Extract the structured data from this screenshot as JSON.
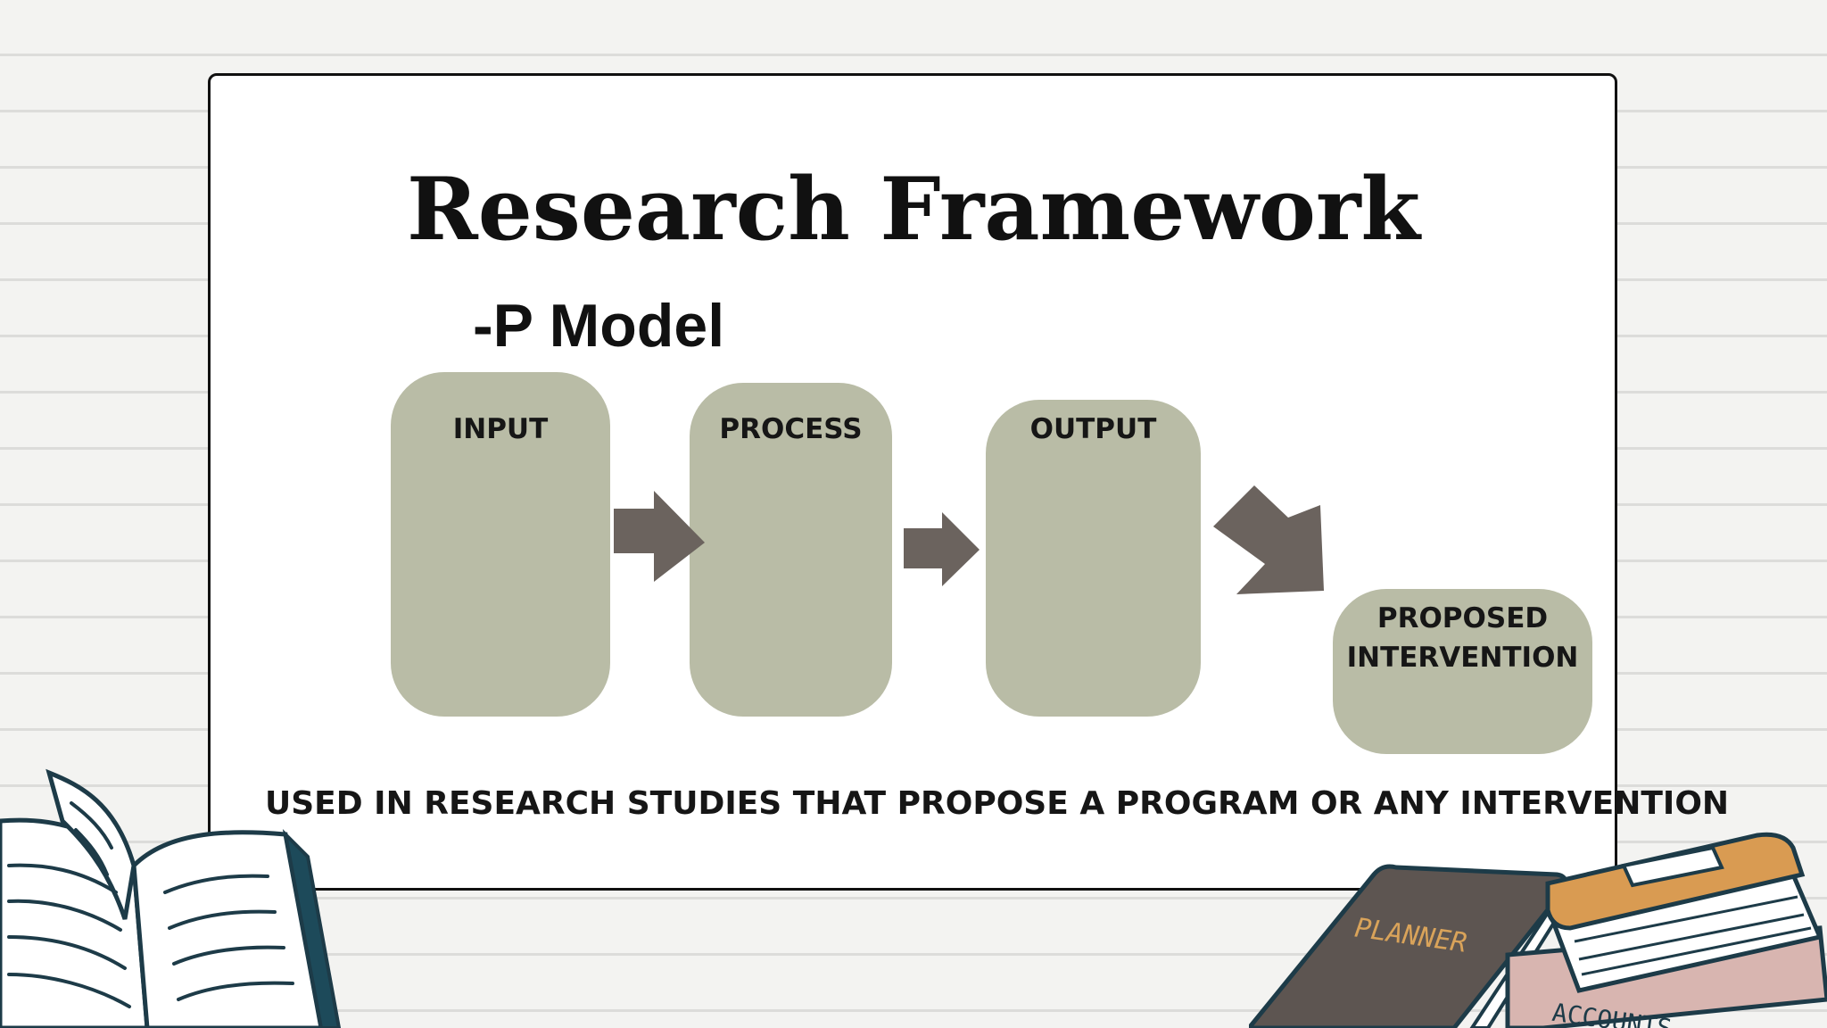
{
  "slide": {
    "title": "Research Framework",
    "subtitle": "-P Model",
    "footer": "USED IN RESEARCH STUDIES THAT PROPOSE A PROGRAM OR ANY INTERVENTION"
  },
  "diagram": {
    "boxes": [
      {
        "label": "INPUT"
      },
      {
        "label": "PROCESS"
      },
      {
        "label": "OUTPUT"
      },
      {
        "label_line1": "PROPOSED",
        "label_line2": "INTERVENTION"
      }
    ]
  },
  "decorations": {
    "planner_text": "PLANNER",
    "accounts_text": "ACCOUNTS"
  },
  "colors": {
    "box_fill": "#b9bca6",
    "arrow_fill": "#6b635e",
    "card_border": "#111111",
    "background": "#f3f3f1"
  }
}
